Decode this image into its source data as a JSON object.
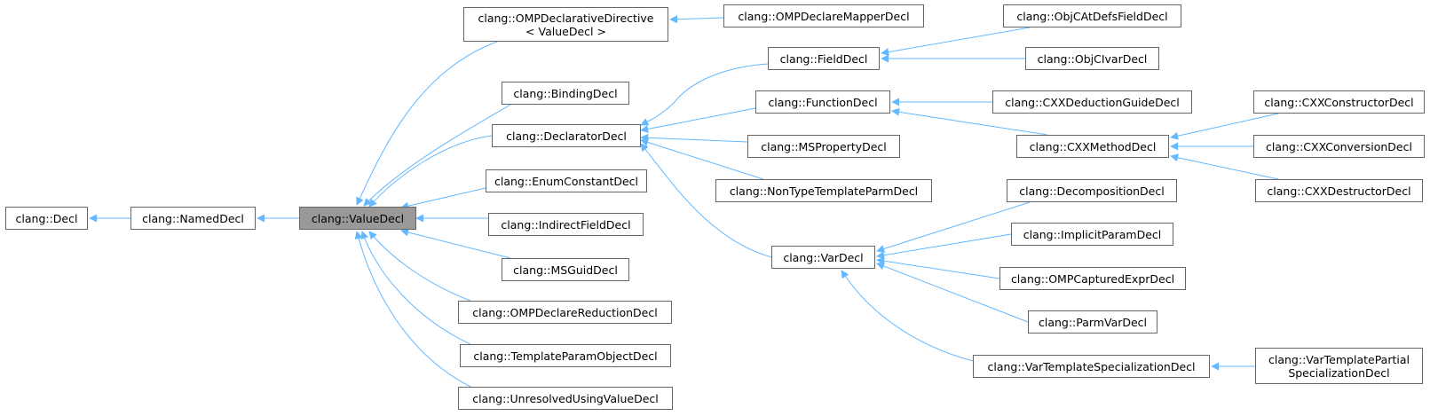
{
  "nodes": {
    "decl": "clang::Decl",
    "named": "clang::NamedDecl",
    "value": "clang::ValueDecl",
    "ompdecldir": "clang::OMPDeclarativeDirective\n< ValueDecl >",
    "binding": "clang::BindingDecl",
    "declarator": "clang::DeclaratorDecl",
    "enumconst": "clang::EnumConstantDecl",
    "indirect": "clang::IndirectFieldDecl",
    "msguid": "clang::MSGuidDecl",
    "ompreduction": "clang::OMPDeclareReductionDecl",
    "templparamobj": "clang::TemplateParamObjectDecl",
    "unresolved": "clang::UnresolvedUsingValueDecl",
    "ompmapper": "clang::OMPDeclareMapperDecl",
    "field": "clang::FieldDecl",
    "function": "clang::FunctionDecl",
    "msproperty": "clang::MSPropertyDecl",
    "nontype": "clang::NonTypeTemplateParmDecl",
    "var": "clang::VarDecl",
    "objcatdefs": "clang::ObjCAtDefsFieldDecl",
    "objcivar": "clang::ObjCIvarDecl",
    "deduction": "clang::CXXDeductionGuideDecl",
    "method": "clang::CXXMethodDecl",
    "decomposition": "clang::DecompositionDecl",
    "implicitparam": "clang::ImplicitParamDecl",
    "ompcaptured": "clang::OMPCapturedExprDecl",
    "parmvar": "clang::ParmVarDecl",
    "vartemplspec": "clang::VarTemplateSpecializationDecl",
    "ctor": "clang::CXXConstructorDecl",
    "conversion": "clang::CXXConversionDecl",
    "dtor": "clang::CXXDestructorDecl",
    "vartemplpartial": "clang::VarTemplatePartial\nSpecializationDecl"
  },
  "colors": {
    "edge": "#63b8ff",
    "current_fill": "#999999",
    "border": "#666666"
  }
}
